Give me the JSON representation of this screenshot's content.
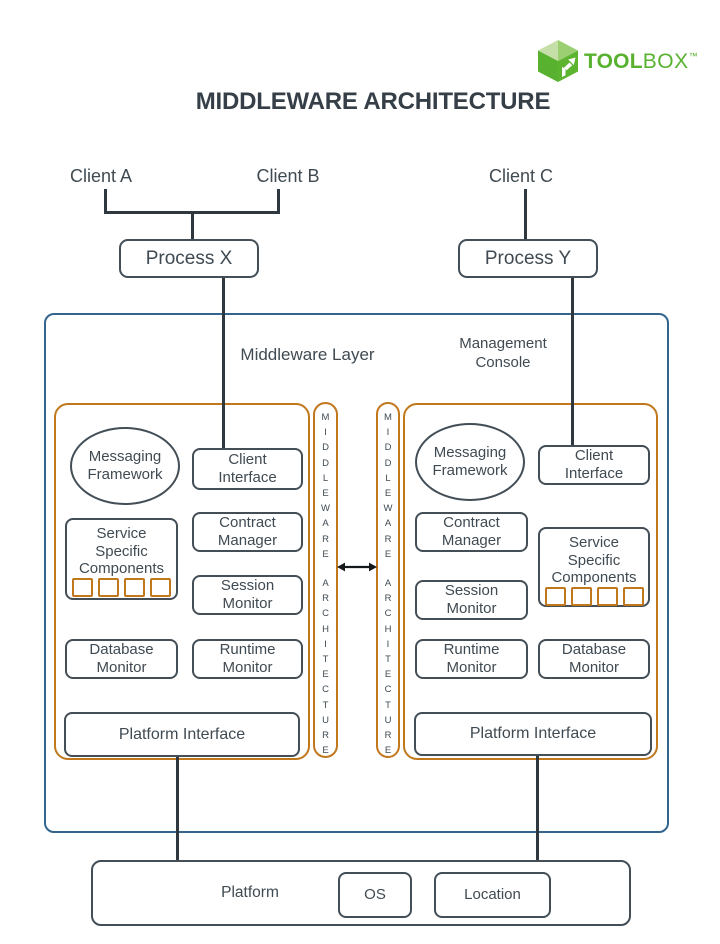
{
  "brand": {
    "bold": "TOOL",
    "light": "BOX",
    "tm": "™",
    "icon": "toolbox-cube-icon"
  },
  "title": "MIDDLEWARE ARCHITECTURE",
  "clients": {
    "a": "Client A",
    "b": "Client B",
    "c": "Client C"
  },
  "processes": {
    "x": "Process X",
    "y": "Process Y"
  },
  "layer": {
    "middleware": "Middleware Layer",
    "console": "Management Console"
  },
  "strip": {
    "word1": "MIDDLEWARE",
    "word2": "ARCHITECTURE"
  },
  "panels": [
    {
      "messaging": "Messaging Framework",
      "client_interface": "Client Interface",
      "service_components": "Service Specific Components",
      "service_slot_count": 4,
      "contract": "Contract Manager",
      "session": "Session Monitor",
      "database": "Database Monitor",
      "runtime": "Runtime Monitor",
      "platform_interface": "Platform Interface"
    },
    {
      "messaging": "Messaging Framework",
      "client_interface": "Client Interface",
      "service_components": "Service Specific Components",
      "service_slot_count": 4,
      "contract": "Contract Manager",
      "session": "Session Monitor",
      "database": "Database Monitor",
      "runtime": "Runtime Monitor",
      "platform_interface": "Platform Interface"
    }
  ],
  "platform": {
    "label": "Platform",
    "os": "OS",
    "location": "Location"
  },
  "colors": {
    "ink": "#434e56",
    "blue": "#33658f",
    "orange": "#c1771c",
    "green": "#58b230"
  }
}
